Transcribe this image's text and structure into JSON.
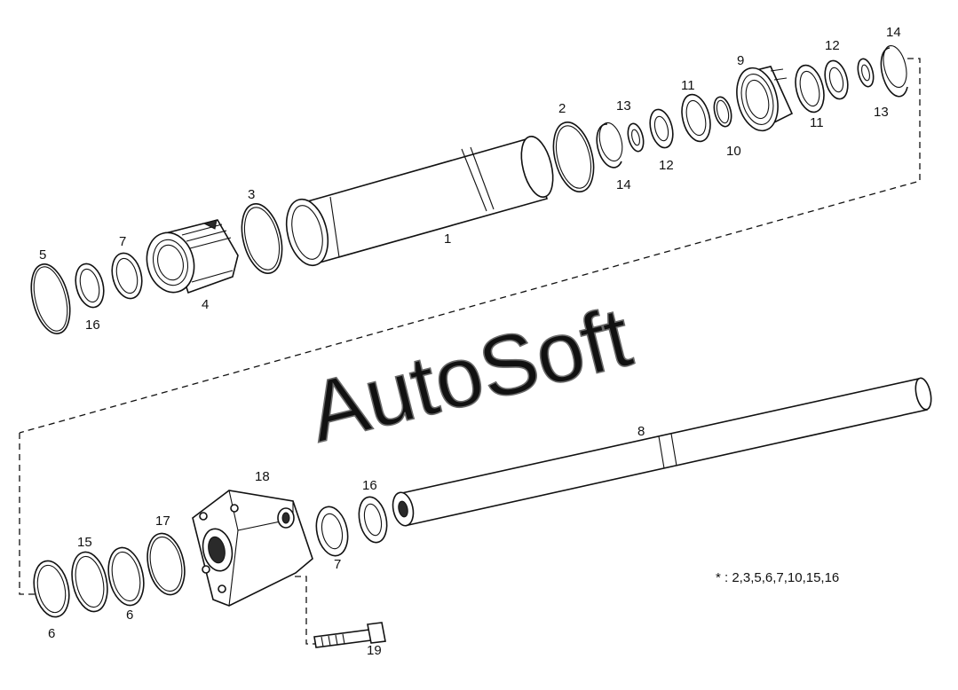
{
  "watermark": "AutoSoft",
  "footnote": "* : 2,3,5,6,7,10,15,16",
  "callouts": {
    "c1": "1",
    "c2": "2",
    "c3": "3",
    "c4": "4",
    "c5": "5",
    "c6a": "6",
    "c6b": "6",
    "c7a": "7",
    "c7b": "7",
    "c8": "8",
    "c9": "9",
    "c10": "10",
    "c11a": "11",
    "c11b": "11",
    "c12a": "12",
    "c12b": "12",
    "c13a": "13",
    "c13b": "13",
    "c14a": "14",
    "c14b": "14",
    "c15": "15",
    "c16a": "16",
    "c16b": "16",
    "c17": "17",
    "c18": "18",
    "c19": "19"
  }
}
